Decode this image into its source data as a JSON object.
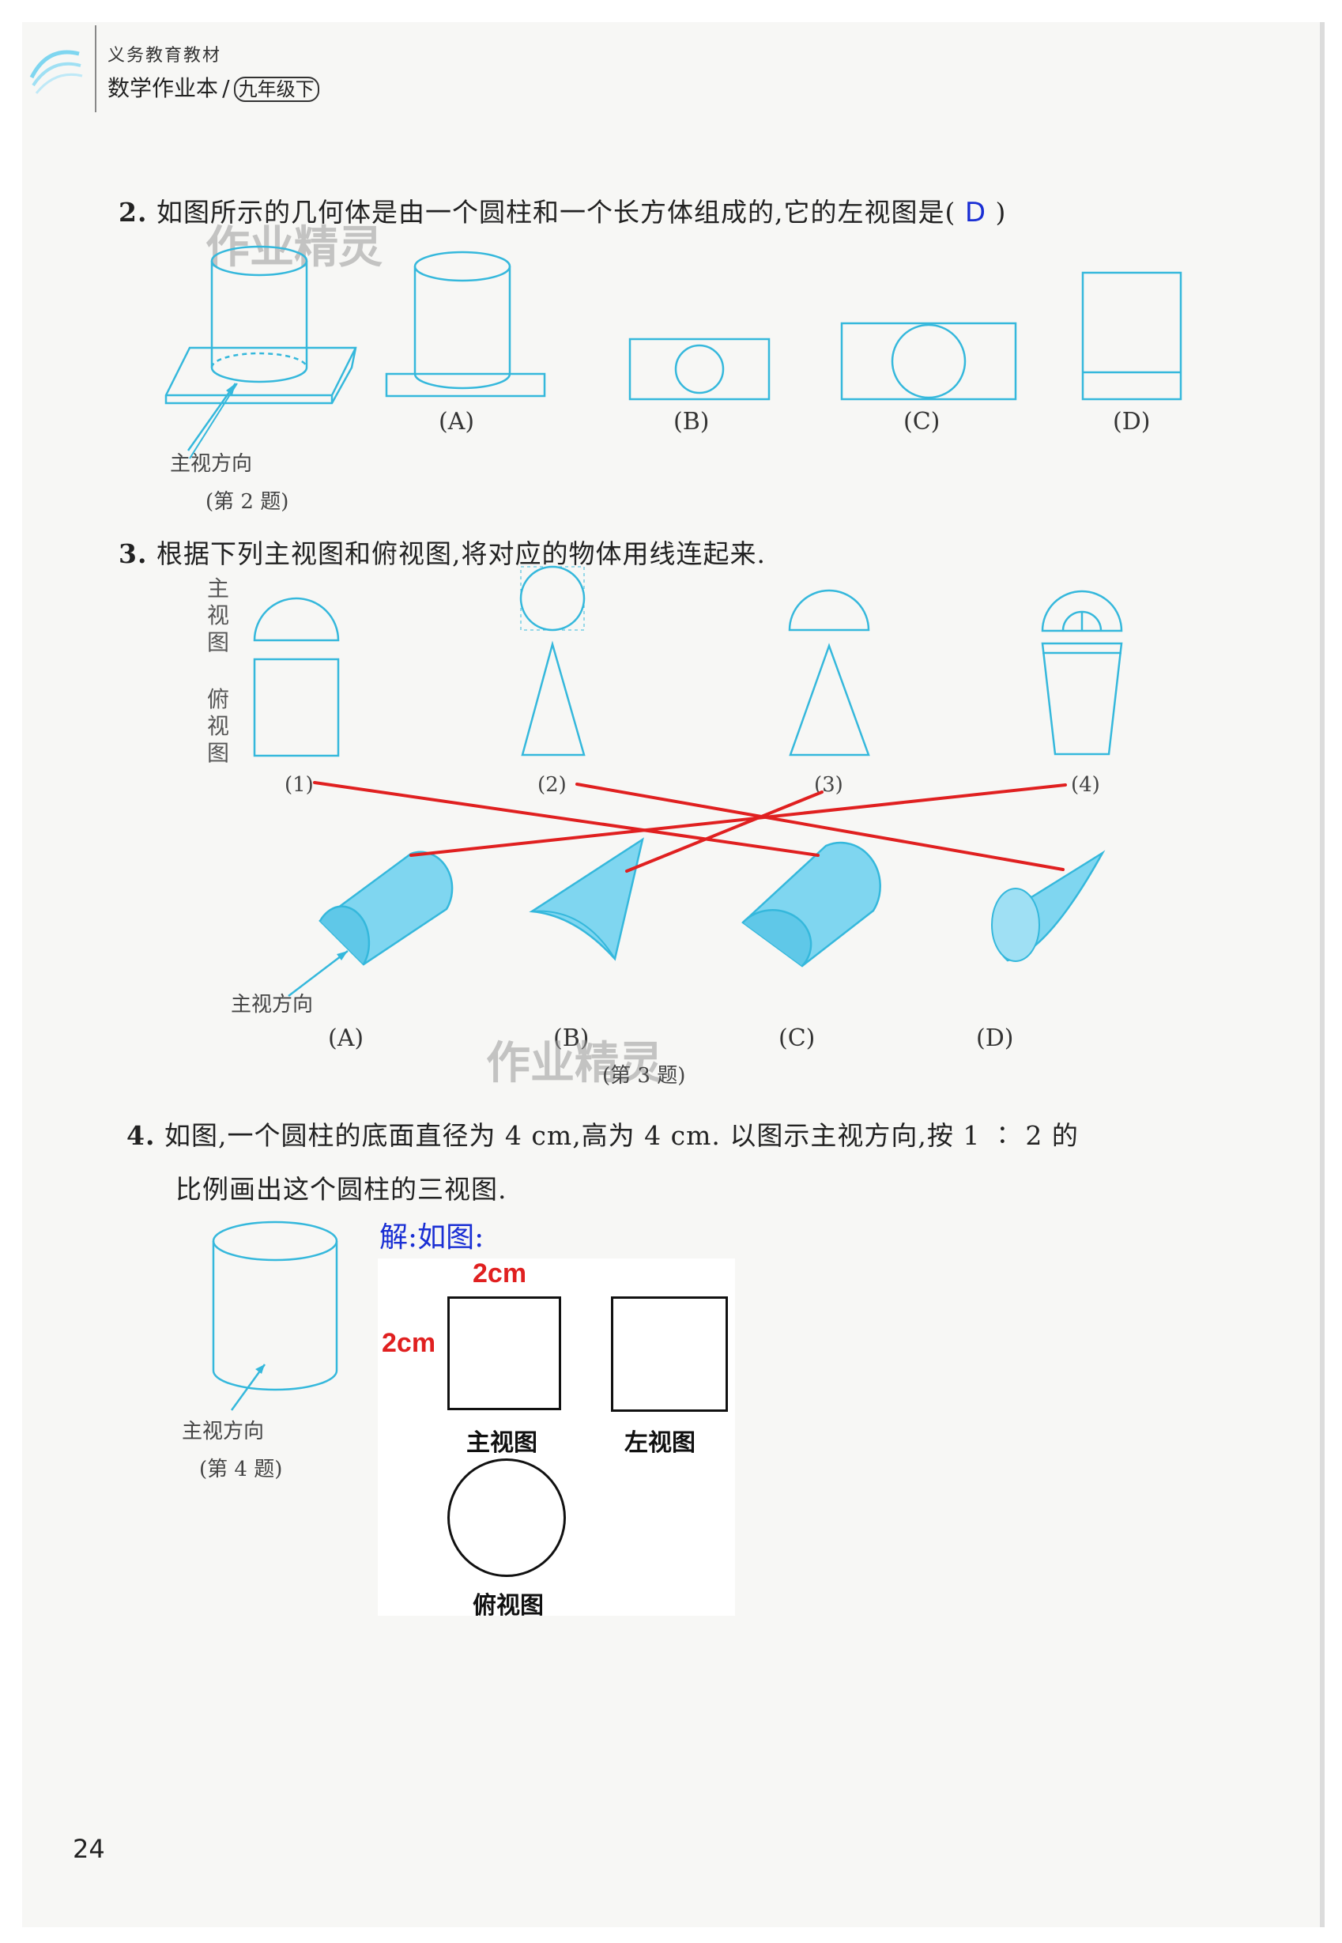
{
  "header": {
    "series": "义务教育教材",
    "title": "数学作业本",
    "grade": "九年级下"
  },
  "watermark": "作业精灵",
  "q2": {
    "number": "2.",
    "text": "如图所示的几何体是由一个圆柱和一个长方体组成的,它的左视图是(",
    "answer": "D",
    "close": ")",
    "direction_label": "主视方向",
    "caption": "(第 2 题)",
    "options": [
      "(A)",
      "(B)",
      "(C)",
      "(D)"
    ]
  },
  "q3": {
    "number": "3.",
    "text": "根据下列主视图和俯视图,将对应的物体用线连起来.",
    "front_view_label": "主视图",
    "top_view_label": "俯视图",
    "view_numbers": [
      "(1)",
      "(2)",
      "(3)",
      "(4)"
    ],
    "object_letters": [
      "(A)",
      "(B)",
      "(C)",
      "(D)"
    ],
    "direction_label": "主视方向",
    "caption": "(第 3 题)",
    "matches": [
      {
        "view": "(1)",
        "object": "(C)"
      },
      {
        "view": "(2)",
        "object": "(D)"
      },
      {
        "view": "(3)",
        "object": "(B)"
      },
      {
        "view": "(4)",
        "object": "(A)"
      }
    ],
    "line_color": "#e02020"
  },
  "q4": {
    "number": "4.",
    "text_line1": "如图,一个圆柱的底面直径为 4 cm,高为 4 cm. 以图示主视方向,按 1 ∶ 2 的",
    "text_line2": "比例画出这个圆柱的三视图.",
    "direction_label": "主视方向",
    "caption": "(第 4 题)",
    "solution_label": "解:如图:",
    "width_label": "2cm",
    "height_label": "2cm",
    "front_view": "主视图",
    "left_view": "左视图",
    "top_view": "俯视图"
  },
  "page_number": "24",
  "colors": {
    "figure": "#35b8dc",
    "fill": "#7fd6f0",
    "answer": "#1a2fd4",
    "red": "#e02020"
  }
}
